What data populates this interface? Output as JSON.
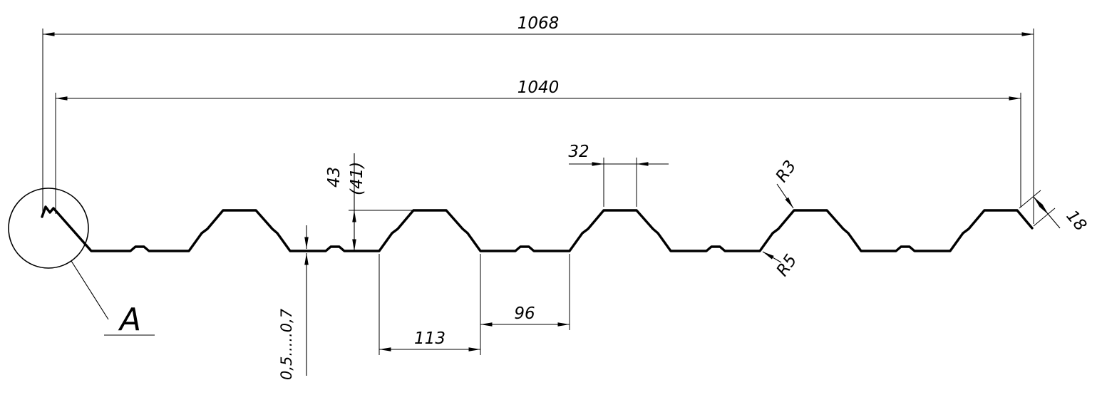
{
  "drawing": {
    "detail_label": "A",
    "dims": {
      "overall_width": "1068",
      "useful_width": "1040",
      "profile_height": "43",
      "profile_height_ref": "(41)",
      "crest_width": "32",
      "valley_width": "113",
      "flat_width": "96",
      "radius_top": "R3",
      "radius_bottom": "R5",
      "edge_lip": "18",
      "thickness": "0,5.....0,7"
    },
    "colors": {
      "line": "#000000",
      "background": "#ffffff"
    }
  }
}
